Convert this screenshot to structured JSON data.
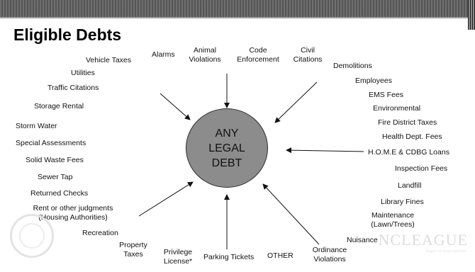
{
  "title": "Eligible Debts",
  "center_lines": [
    "ANY",
    "LEGAL",
    "DEBT"
  ],
  "left_labels": [
    "Vehicle Taxes",
    "Utilities",
    "Traffic Citations",
    "Storage Rental",
    "Storm Water",
    "Special Assessments",
    "Solid Waste Fees",
    "Sewer Tap",
    "Returned Checks",
    "Rent or other judgments",
    "(Housing Authorities)",
    "Recreation"
  ],
  "top_labels": {
    "alarms": "Alarms",
    "animal_violations": [
      "Animal",
      "Violations"
    ],
    "code_enforcement": [
      "Code",
      "Enforcement"
    ],
    "civil_citations": [
      "Civil",
      "Citations"
    ]
  },
  "right_labels": [
    "Demolitions",
    "Employees",
    "EMS Fees",
    "Environmental",
    "Fire District Taxes",
    "Health Dept. Fees",
    "H.O.M.E & CDBG Loans",
    "Inspection Fees",
    "Landfill",
    "Library Fines",
    "Maintenance",
    "(Lawn/Trees)",
    "Nuisance"
  ],
  "bottom_labels": {
    "property_taxes": [
      "Property",
      "Taxes"
    ],
    "privilege_license": [
      "Privilege",
      "License*"
    ],
    "parking_tickets": "Parking Tickets",
    "other": "OTHER",
    "ordinance_violations": [
      "Ordinance",
      "Violations"
    ]
  },
  "watermark": {
    "text": "NCLEAGUE",
    "subtext": "league of municipalities"
  },
  "colors": {
    "ellipse_fill": "#8c8c8c",
    "top_bar": "#5f5f5f",
    "watermark": "#dcdcdc"
  }
}
